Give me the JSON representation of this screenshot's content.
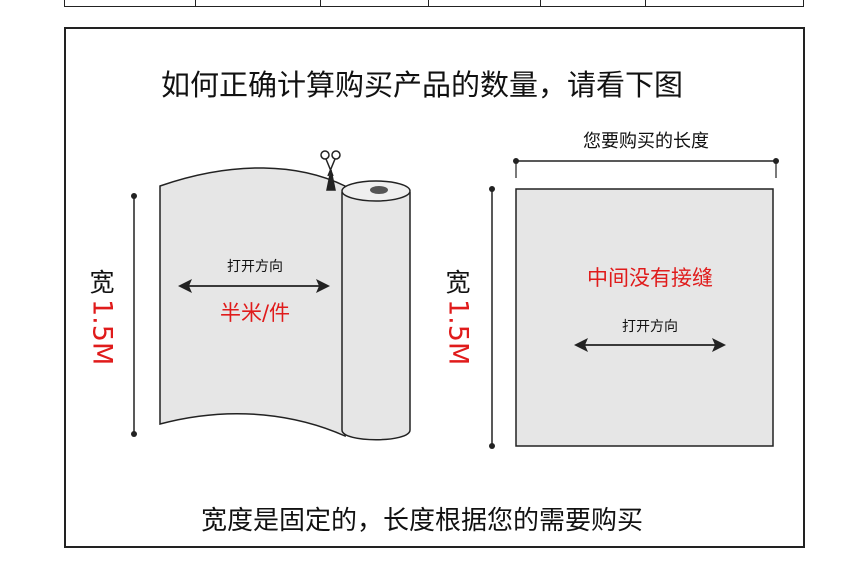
{
  "title": "如何正确计算购买产品的数量，请看下图",
  "footer": "宽度是固定的，长度根据您的需要购买",
  "left_panel": {
    "width_label": "宽",
    "width_value": "1.5M",
    "open_direction": "打开方向",
    "unit": "半米/件"
  },
  "right_panel": {
    "length_label": "您要购买的长度",
    "width_label": "宽",
    "width_value": "1.5M",
    "no_seam": "中间没有接缝",
    "open_direction": "打开方向"
  },
  "colors": {
    "highlight_red": "#e01b1b",
    "fabric_gray": "#e6e6e6",
    "outline": "#222222"
  },
  "icons": [
    "scissors-icon",
    "double-arrow-icon"
  ]
}
